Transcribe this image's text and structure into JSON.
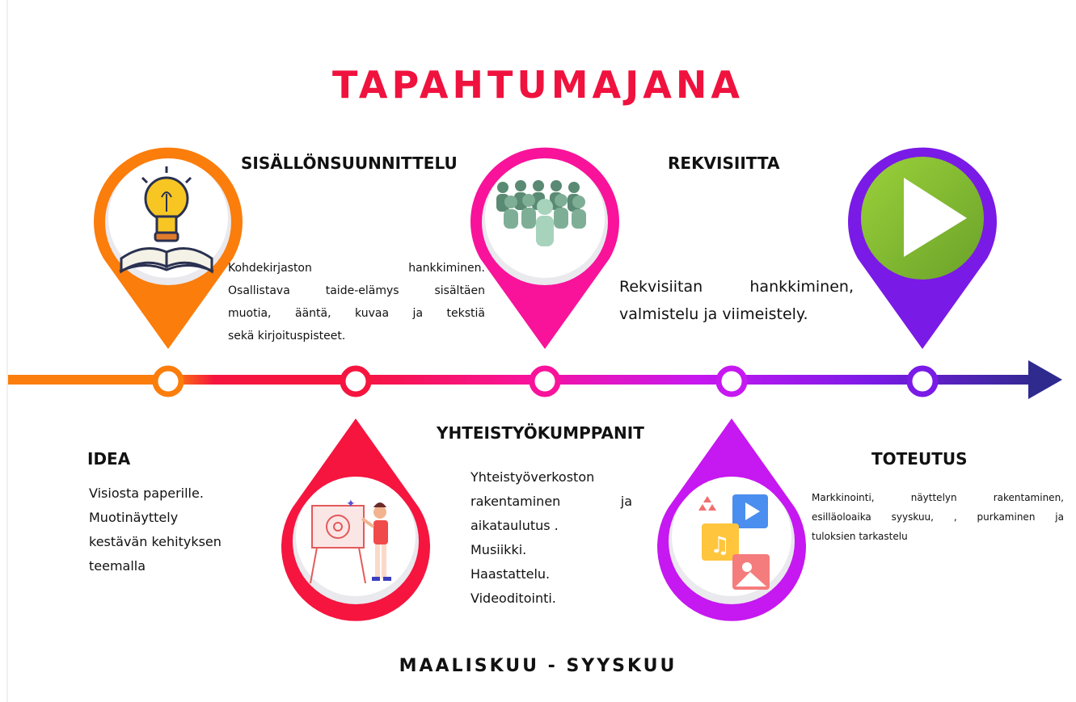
{
  "title": "TAPAHTUMAJANA",
  "footer": "MAALISKUU - SYYSKUU",
  "colors": {
    "title": "#f0123e",
    "idea": "#fb7d0b",
    "sisallonsuunnittelu": "#f41846",
    "yhteistyokumppanit": "#f8139a",
    "rekvisiitta": "#c018f3",
    "toteutus": "#7d18ee",
    "arrow_head": "#2f2a8e"
  },
  "stages": {
    "idea": {
      "title": "IDEA",
      "icon": "lightbulb-book-icon",
      "lines": [
        "Visiosta paperille.",
        "Muotinäyttely",
        "kestävän kehityksen",
        "teemalla"
      ]
    },
    "sisallonsuunnittelu": {
      "title": "SISÄLLÖNSUUNNITTELU",
      "icon": "presentation-board-icon",
      "lines": [
        "Kohdekirjaston hankkiminen.",
        "Osallistava taide-elämys sisältäen",
        "muotia, ääntä, kuvaa ja tekstiä",
        "sekä kirjoituspisteet."
      ]
    },
    "yhteistyokumppanit": {
      "title": "YHTEISTYÖKUMPPANIT",
      "icon": "group-of-people-icon",
      "lines": [
        "Yhteistyöverkoston",
        "rakentaminen ja",
        "aikataulutus .",
        "Musiikki.",
        "Haastattelu.",
        "Videoditointi."
      ]
    },
    "rekvisiitta": {
      "title": "REKVISIITTA",
      "icon": "media-files-icon",
      "lines": [
        "Rekvisiitan hankkiminen,",
        "valmistelu ja viimeistely."
      ]
    },
    "toteutus": {
      "title": "TOTEUTUS",
      "icon": "play-button-icon",
      "lines": [
        "Markkinointi, näyttelyn rakentaminen,",
        "esilläoloaika syyskuu, , purkaminen ja",
        "tuloksien tarkastelu"
      ]
    }
  }
}
